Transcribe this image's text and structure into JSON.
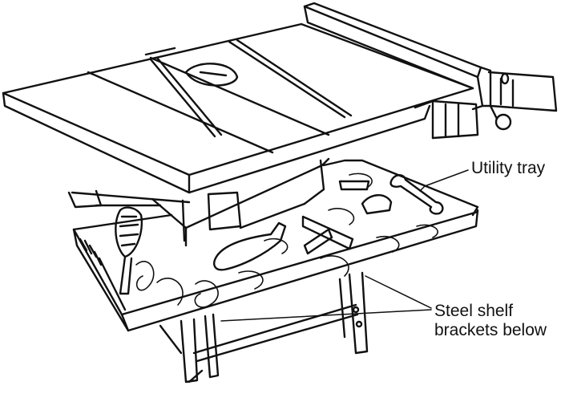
{
  "callouts": {
    "utility_tray": "Utility tray",
    "steel_shelf_line1": "Steel shelf",
    "steel_shelf_line2": "brackets below"
  },
  "colors": {
    "ink": "#111111",
    "paper": "#ffffff"
  }
}
